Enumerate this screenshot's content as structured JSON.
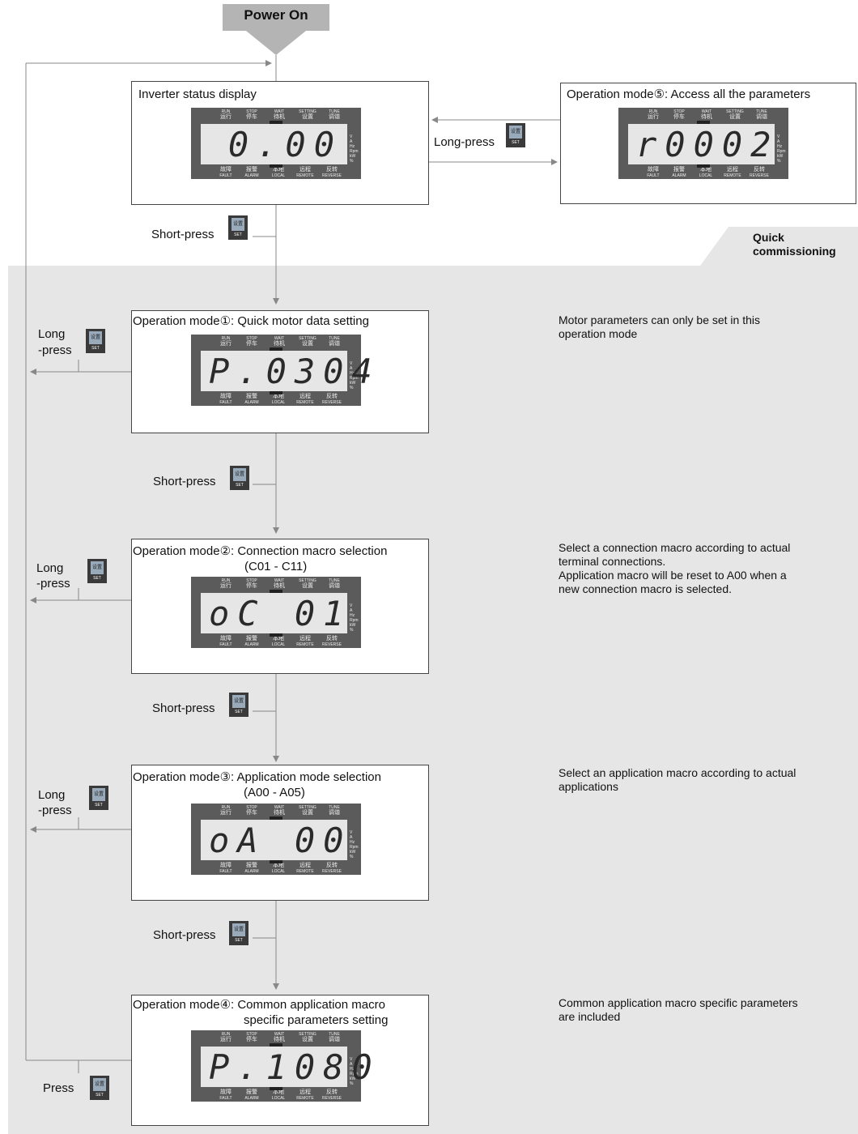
{
  "power_on": "Power On",
  "quick_commissioning": [
    "Quick",
    "commissioning"
  ],
  "lcd": {
    "top_indicators": [
      {
        "en": "RUN",
        "cn": "运行"
      },
      {
        "en": "STOP",
        "cn": "停车"
      },
      {
        "en": "WAIT",
        "cn": "待机"
      },
      {
        "en": "SETTING",
        "cn": "设置"
      },
      {
        "en": "TUNE",
        "cn": "调谐"
      }
    ],
    "bottom_indicators": [
      {
        "cn": "故障",
        "en": "FAULT"
      },
      {
        "cn": "报警",
        "en": "ALARM"
      },
      {
        "cn": "本地",
        "en": "LOCAL"
      },
      {
        "cn": "远程",
        "en": "REMOTE"
      },
      {
        "cn": "反转",
        "en": "REVERSE"
      }
    ],
    "units": [
      "V",
      "A",
      "Hz",
      "Rpm",
      "kW",
      "%"
    ]
  },
  "set_button": {
    "cn": "设置",
    "en": "SET"
  },
  "boxes": {
    "status": {
      "title": "Inverter status display",
      "display": "0.00"
    },
    "mode5": {
      "title": "Operation mode⑤: Access all the parameters",
      "display": "r0002"
    },
    "mode1": {
      "title": "Operation mode①: Quick motor data setting",
      "display": "P.0304"
    },
    "mode2": {
      "title": "Operation mode②: Connection macro selection",
      "title2": "(C01 - C11)",
      "display": "oC 01"
    },
    "mode3": {
      "title": "Operation mode③: Application mode selection",
      "title2": "(A00 - A05)",
      "display": "oA 00"
    },
    "mode4": {
      "title": "Operation mode④: Common application macro",
      "title2": "specific parameters setting",
      "display": "P.1080"
    }
  },
  "labels": {
    "long_press": "Long-press",
    "short_press": "Short-press",
    "long": "Long",
    "press_suffix": "-press",
    "press": "Press"
  },
  "notes": {
    "mode1": [
      "Motor parameters can only be set in this",
      "operation mode"
    ],
    "mode2": [
      "Select a connection macro according to actual",
      "terminal connections.",
      "Application macro will be reset to A00 when a",
      "new connection macro is selected."
    ],
    "mode3": [
      "Select an application macro according to actual",
      "applications"
    ],
    "mode4": [
      "Common application macro specific parameters",
      "are included"
    ]
  }
}
